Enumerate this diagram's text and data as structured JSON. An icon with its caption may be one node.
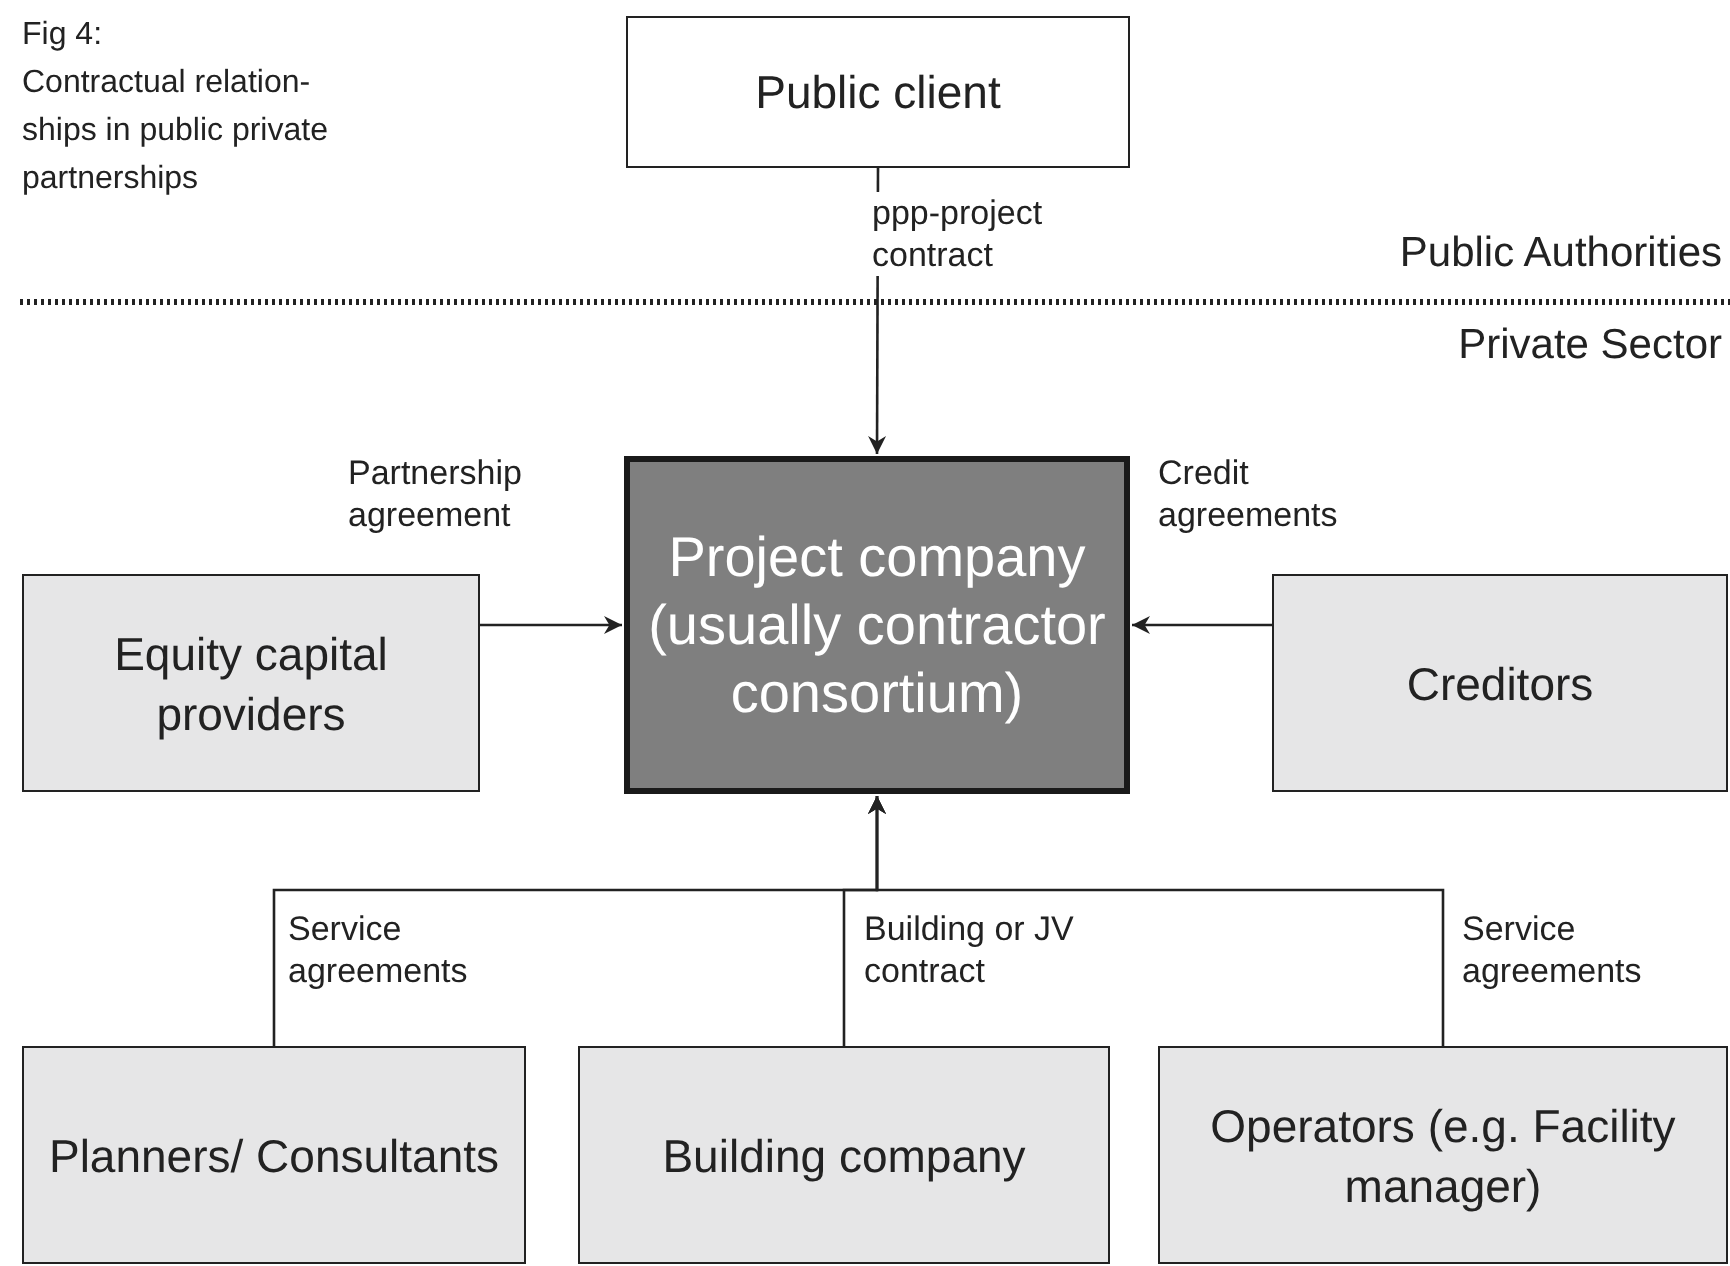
{
  "diagram": {
    "title": "Fig 4:",
    "caption": "Contractual relation-ships in public private partnerships",
    "nodes": [
      {
        "text": [
          "Public client"
        ]
      },
      {
        "text": [
          "Project company (usually contractor consortium)"
        ]
      },
      {
        "text": [
          "Equity capital providers"
        ]
      },
      {
        "text": [
          "Creditors"
        ]
      },
      {
        "text": [
          "Planners/ Consultants"
        ]
      },
      {
        "text": [
          "Building company"
        ]
      },
      {
        "text": [
          "Operators (e.g. Facility manager)"
        ]
      }
    ],
    "edges": [
      {
        "from": 0,
        "to": 1,
        "arrow": "to",
        "label": "ppp-project contract"
      },
      {
        "from": 2,
        "to": 1,
        "arrow": "to",
        "label": "Partnership agreement"
      },
      {
        "from": 3,
        "to": 1,
        "arrow": "to",
        "label": "Credit agreements"
      },
      {
        "from": 4,
        "to": 1,
        "arrow": "to",
        "label": "Service agreements"
      },
      {
        "from": 5,
        "to": 1,
        "arrow": "to",
        "label": "Building or JV contract"
      },
      {
        "from": 6,
        "to": 1,
        "arrow": "to",
        "label": "Service agreements"
      }
    ],
    "labels": [
      "Public Authorities",
      "Private Sector"
    ]
  }
}
